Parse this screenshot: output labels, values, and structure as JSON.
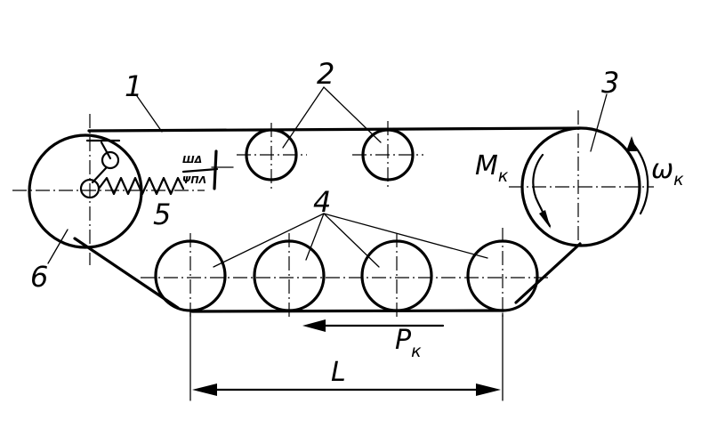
{
  "labels": {
    "track": "1",
    "support_rollers": "2",
    "drive_wheel": "3",
    "road_wheels": "4",
    "tensioner": "5",
    "idler_wheel": "6"
  },
  "symbols": {
    "torque": {
      "main": "M",
      "sub": "к"
    },
    "angular_velocity": {
      "main": "ω",
      "sub": "к"
    },
    "traction_force": {
      "main": "P",
      "sub": "к"
    },
    "length": "L"
  },
  "spring_marks": {
    "upper": "ШΔ",
    "lower": "ΨΠΛ"
  }
}
